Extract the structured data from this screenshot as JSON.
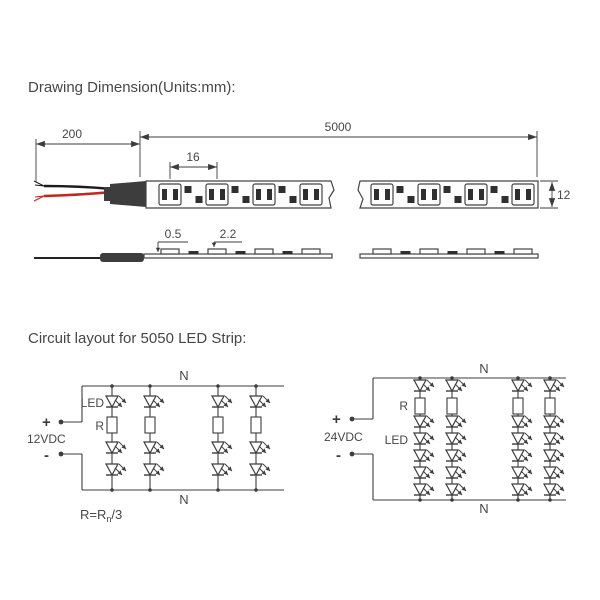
{
  "sections": {
    "dimension_title": "Drawing Dimension(Units:mm):",
    "circuit_title": "Circuit layout for 5050 LED Strip:"
  },
  "dimensions": {
    "wire_length_mm": "200",
    "strip_length_mm": "5000",
    "led_pitch_mm": "16",
    "strip_width_mm": "12",
    "pcb_thickness_mm": "0.5",
    "component_height_mm": "2.2"
  },
  "circuit_12v": {
    "plus_label": "+",
    "minus_label": "-",
    "voltage": "12VDC",
    "led_label": "LED",
    "resistor_label": "R",
    "neutral_top": "N",
    "neutral_bottom": "N",
    "formula_prefix": "R=R",
    "formula_sub": "n",
    "formula_suffix": "/3"
  },
  "circuit_24v": {
    "plus_label": "+",
    "minus_label": "-",
    "voltage": "24VDC",
    "led_label": "LED",
    "resistor_label": "R",
    "neutral_top": "N",
    "neutral_bottom": "N"
  },
  "colors": {
    "line": "#3c3c3c",
    "text": "#474747",
    "wire_red": "#c1271b",
    "connector": "#3d3d3d"
  }
}
